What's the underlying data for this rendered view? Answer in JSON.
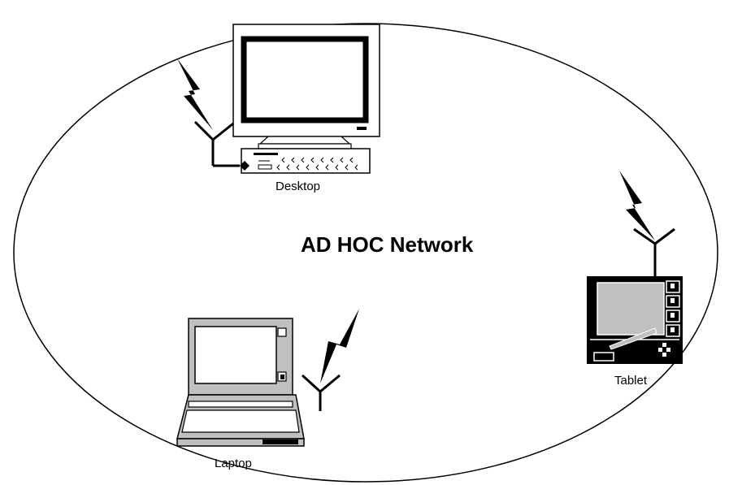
{
  "diagram": {
    "title": "AD HOC Network",
    "nodes": [
      {
        "id": "desktop",
        "label": "Desktop",
        "icon": "desktop-computer-icon"
      },
      {
        "id": "tablet",
        "label": "Tablet",
        "icon": "tablet-icon"
      },
      {
        "id": "laptop",
        "label": "Laptop",
        "icon": "laptop-icon"
      }
    ],
    "colors": {
      "screen_gray": "#c0c0c0",
      "black": "#000000",
      "white": "#ffffff"
    }
  }
}
